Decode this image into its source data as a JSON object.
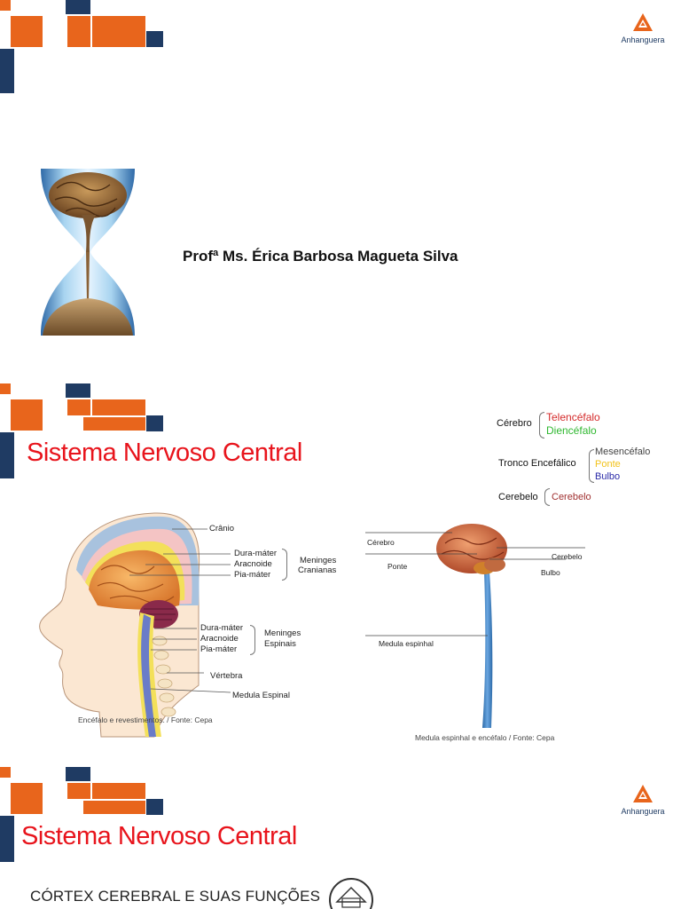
{
  "slide1": {
    "logo_text": "Anhanguera",
    "author": "Profª Ms. Érica Barbosa Magueta Silva"
  },
  "slide2": {
    "title": "Sistema Nervoso Central",
    "hierarchy": {
      "cerebro": "Cérebro",
      "telencefalo": "Telencéfalo",
      "diencefalo": "Diencéfalo",
      "tronco": "Tronco Encefálico",
      "mesencefalo": "Mesencéfalo",
      "ponte": "Ponte",
      "bulbo": "Bulbo",
      "cerebelo": "Cerebelo",
      "cerebelo_sub": "Cerebelo",
      "colors": {
        "red": "#d42a2a",
        "green": "#2fb830",
        "yellow": "#f2c21a",
        "blue": "#2a2aa8"
      }
    },
    "head_figure": {
      "labels": {
        "cranio": "Crânio",
        "dura_mater_1": "Dura-máter",
        "aracnoide_1": "Aracnoide",
        "pia_mater_1": "Pia-máter",
        "meninges_cranianas_1": "Meninges",
        "meninges_cranianas_2": "Cranianas",
        "dura_mater_2": "Dura-máter",
        "aracnoide_2": "Aracnoide",
        "pia_mater_2": "Pia-máter",
        "meninges_espinais_1": "Meninges",
        "meninges_espinais_2": "Espinais",
        "vertebra": "Vértebra",
        "medula_espinal": "Medula Espinal"
      },
      "caption": "Encéfalo e revestimentos. / Fonte: Cepa"
    },
    "spine_figure": {
      "labels": {
        "cerebro": "Cérebro",
        "cerebelo": "Cerebelo",
        "ponte": "Ponte",
        "bulbo": "Bulbo",
        "medula": "Medula espinhal"
      },
      "caption": "Medula espinhal e encéfalo / Fonte: Cepa"
    }
  },
  "slide3": {
    "logo_text": "Anhanguera",
    "title": "Sistema Nervoso Central",
    "subtitle": "CÓRTEX CEREBRAL E SUAS FUNÇÕES"
  }
}
